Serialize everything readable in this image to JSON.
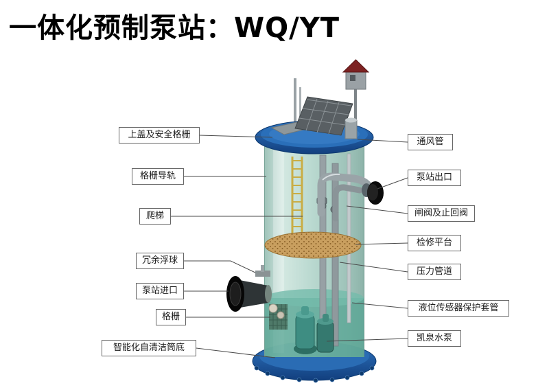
{
  "title": "一体化预制泵站：WQ/YT",
  "diagram": {
    "labels_left": [
      {
        "text": "上盖及安全格栅"
      },
      {
        "text": "格栅导轨"
      },
      {
        "text": "爬梯"
      },
      {
        "text": "冗余浮球"
      },
      {
        "text": "泵站进口"
      },
      {
        "text": "格栅"
      },
      {
        "text": "智能化自清洁筒底"
      }
    ],
    "labels_right": [
      {
        "text": "通风管"
      },
      {
        "text": "泵站出口"
      },
      {
        "text": "闸阀及止回阀"
      },
      {
        "text": "检修平台"
      },
      {
        "text": "压力管道"
      },
      {
        "text": "液位传感器保护套管"
      },
      {
        "text": "凯泉水泵"
      }
    ],
    "colors": {
      "lid_blue": "#1e5ca8",
      "body_teal": "#9ec9c2",
      "platform_tan": "#c99f5f",
      "ladder_yellow": "#c9ad45",
      "flange_black": "#0b0b0b",
      "roof_red": "#7d2222"
    }
  }
}
